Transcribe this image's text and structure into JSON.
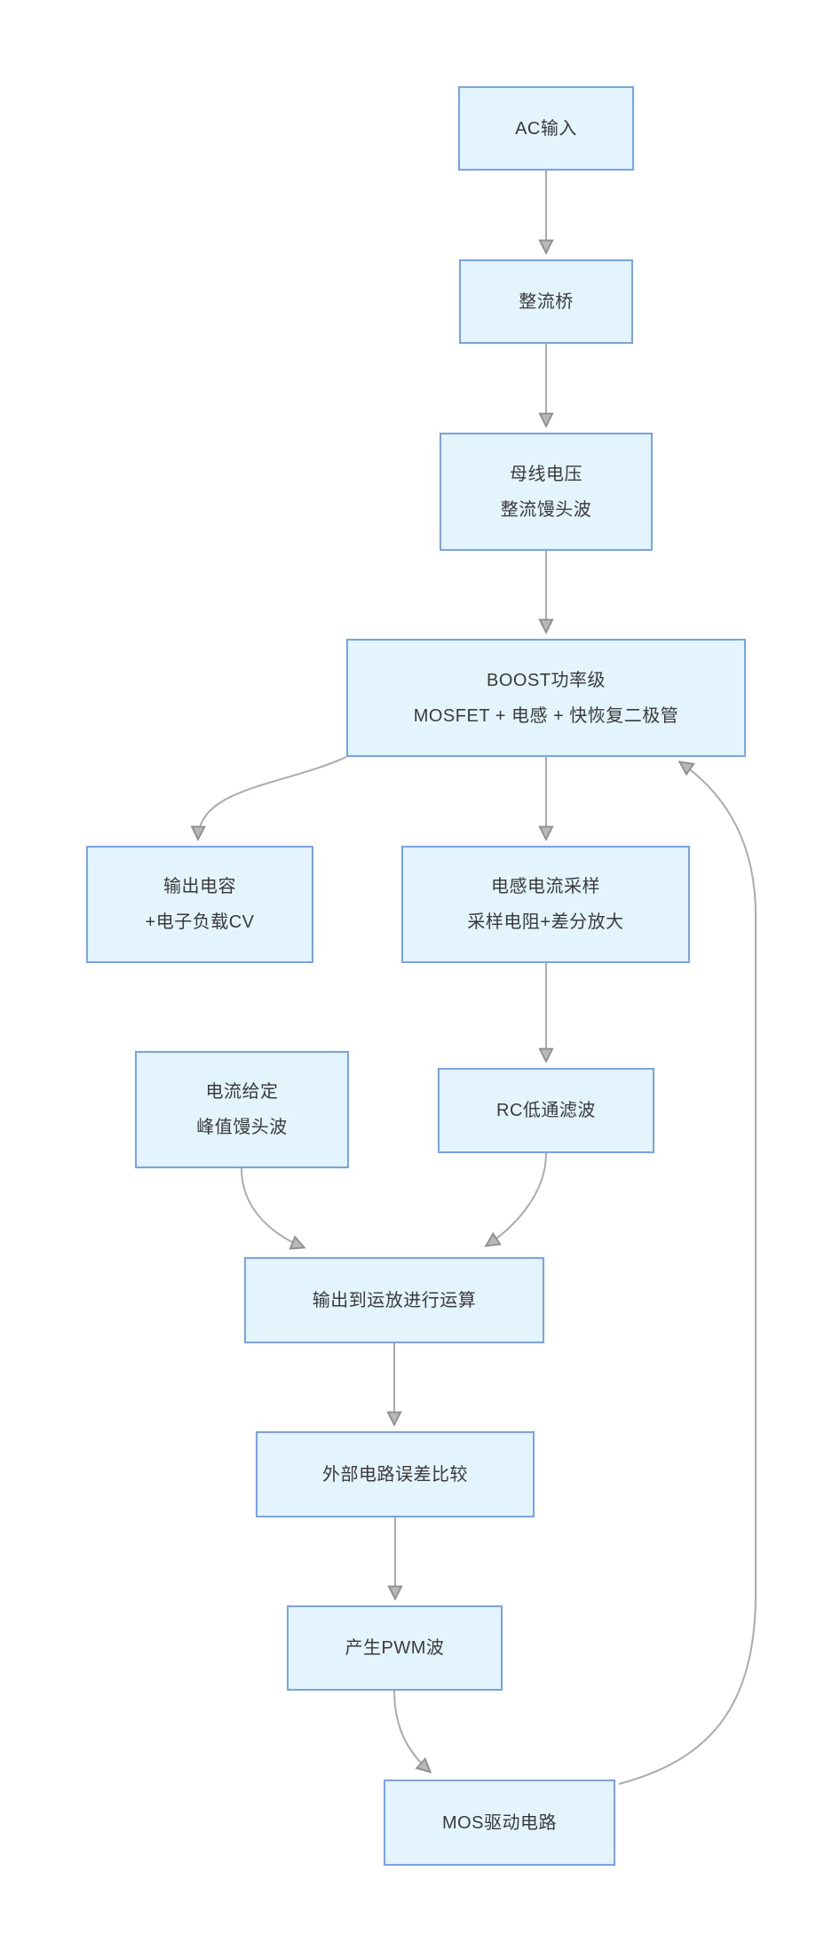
{
  "diagram": {
    "type": "flowchart",
    "background": "#ffffff",
    "nodes": [
      {
        "id": "ac-input",
        "line1": "AC输入",
        "line2": ""
      },
      {
        "id": "rectifier-bridge",
        "line1": "整流桥",
        "line2": ""
      },
      {
        "id": "bus-voltage",
        "line1": "母线电压",
        "line2": "整流馒头波"
      },
      {
        "id": "boost-stage",
        "line1": "BOOST功率级",
        "line2": "MOSFET + 电感 + 快恢复二极管"
      },
      {
        "id": "output-cap",
        "line1": "输出电容",
        "line2": "+电子负载CV"
      },
      {
        "id": "inductor-sense",
        "line1": "电感电流采样",
        "line2": "采样电阻+差分放大"
      },
      {
        "id": "current-ref",
        "line1": "电流给定",
        "line2": "峰值馒头波"
      },
      {
        "id": "rc-filter",
        "line1": "RC低通滤波",
        "line2": ""
      },
      {
        "id": "opamp-calc",
        "line1": "输出到运放进行运算",
        "line2": ""
      },
      {
        "id": "error-compare",
        "line1": "外部电路误差比较",
        "line2": ""
      },
      {
        "id": "pwm-generate",
        "line1": "产生PWM波",
        "line2": ""
      },
      {
        "id": "mos-driver",
        "line1": "MOS驱动电路",
        "line2": ""
      }
    ],
    "edges": [
      {
        "from": "ac-input",
        "to": "rectifier-bridge"
      },
      {
        "from": "rectifier-bridge",
        "to": "bus-voltage"
      },
      {
        "from": "bus-voltage",
        "to": "boost-stage"
      },
      {
        "from": "boost-stage",
        "to": "output-cap"
      },
      {
        "from": "boost-stage",
        "to": "inductor-sense"
      },
      {
        "from": "inductor-sense",
        "to": "rc-filter"
      },
      {
        "from": "current-ref",
        "to": "opamp-calc"
      },
      {
        "from": "rc-filter",
        "to": "opamp-calc"
      },
      {
        "from": "opamp-calc",
        "to": "error-compare"
      },
      {
        "from": "error-compare",
        "to": "pwm-generate"
      },
      {
        "from": "pwm-generate",
        "to": "mos-driver"
      },
      {
        "from": "mos-driver",
        "to": "boost-stage"
      }
    ]
  },
  "colors": {
    "node_fill": "#e3f4fd",
    "node_border": "#74a3f3",
    "connector": "#ababab",
    "arrowhead_fill": "#b8b8b8",
    "arrowhead_stroke": "#8f8f8f",
    "text": "#3a3a3a",
    "background": "#ffffff"
  }
}
